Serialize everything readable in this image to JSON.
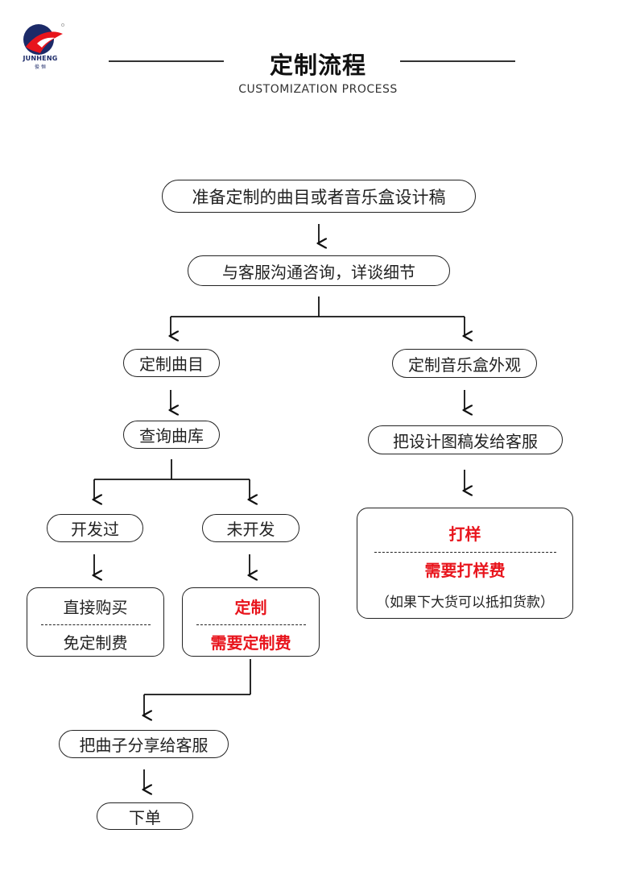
{
  "header": {
    "logo_text": "JUNHENG",
    "logo_sub": "俊 恒",
    "title": "定制流程",
    "subtitle": "CUSTOMIZATION PROCESS"
  },
  "flow": {
    "step1": "准备定制的曲目或者音乐盒设计稿",
    "step2": "与客服沟通咨询，详谈细节",
    "left": {
      "custom_track": "定制曲目",
      "query_library": "查询曲库",
      "developed": "开发过",
      "not_developed": "未开发",
      "direct_buy": "直接购买",
      "free_fee": "免定制费",
      "custom": "定制",
      "need_custom_fee": "需要定制费",
      "share_track": "把曲子分享给客服",
      "place_order": "下单"
    },
    "right": {
      "custom_appearance": "定制音乐盒外观",
      "send_design": "把设计图稿发给客服",
      "sample": "打样",
      "need_sample_fee": "需要打样费",
      "deduct_note": "（如果下大货可以抵扣货款）"
    }
  },
  "colors": {
    "accent_red": "#e8141c",
    "logo_navy": "#1c2a68",
    "line": "#222222"
  }
}
